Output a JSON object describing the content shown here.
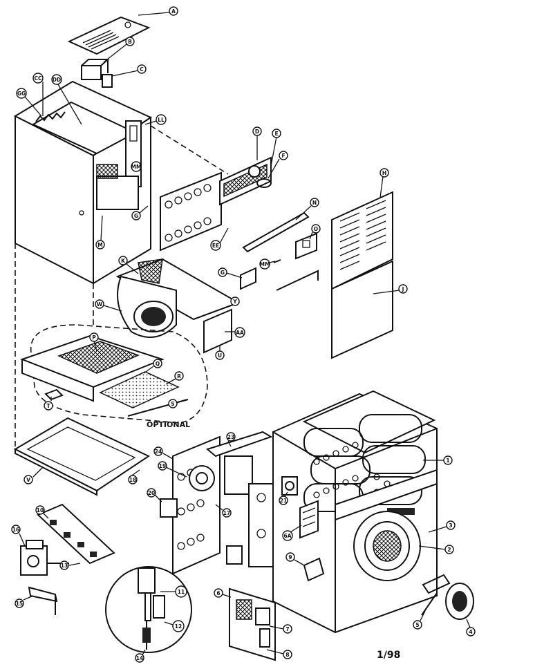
{
  "optional_label": "OPTIONAL",
  "date_code": "1/98",
  "callouts": {
    "A": "A",
    "B": "B",
    "C": "C",
    "CC": "CC",
    "DD": "DD",
    "GG": "GG",
    "LL": "LL",
    "D": "D",
    "E": "E",
    "F": "F",
    "H": "H",
    "N": "N",
    "O": "O",
    "MM": "MM",
    "EE": "EE",
    "G": "G",
    "M": "M",
    "J": "J",
    "K": "K",
    "W": "W",
    "Y": "Y",
    "AA": "AA",
    "U": "U",
    "P": "P",
    "Q": "Q",
    "R": "R",
    "S": "S",
    "T": "T",
    "V": "V",
    "n1": "1",
    "n2": "2",
    "n3": "3",
    "n4": "4",
    "n5": "5",
    "n6": "6",
    "n6A": "6A",
    "n7": "7",
    "n8": "8",
    "n9": "9",
    "n10": "10",
    "n11": "11",
    "n12": "12",
    "n13": "13",
    "n14": "14",
    "n15": "15",
    "n16": "16",
    "n17": "17",
    "n18": "18",
    "n19": "19",
    "n20": "20",
    "n21": "21",
    "n23": "23",
    "n24": "24"
  }
}
